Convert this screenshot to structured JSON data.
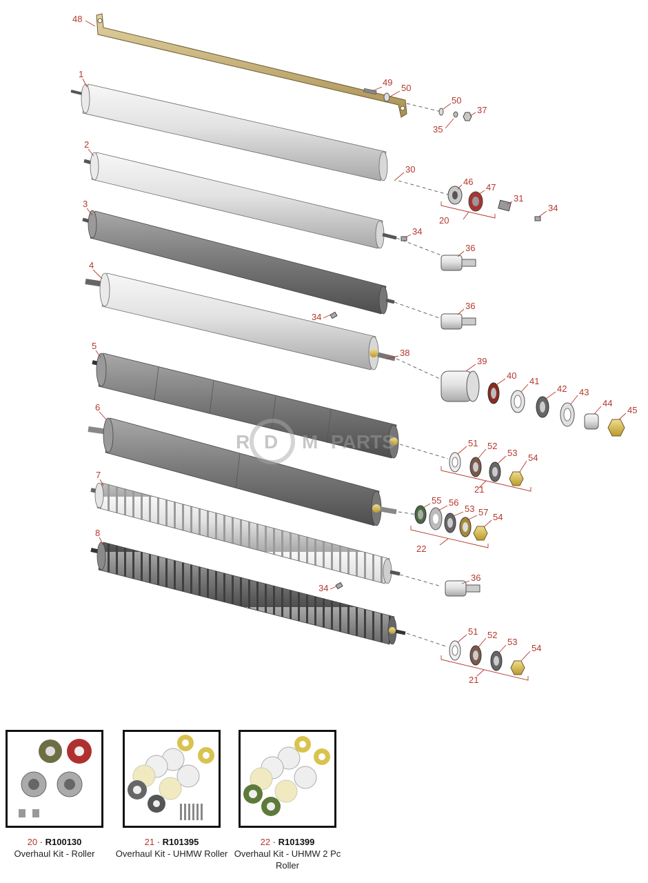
{
  "watermark": {
    "left": "R",
    "middle": "D",
    "right": "M",
    "suffix": "PARTS"
  },
  "callouts": [
    "48",
    "1",
    "49",
    "50",
    "50",
    "37",
    "35",
    "2",
    "30",
    "46",
    "47",
    "31",
    "34",
    "20",
    "3",
    "34",
    "36",
    "4",
    "36",
    "34",
    "5",
    "38",
    "39",
    "40",
    "41",
    "42",
    "43",
    "44",
    "45",
    "6",
    "51",
    "52",
    "53",
    "54",
    "21",
    "7",
    "55",
    "56",
    "53",
    "57",
    "54",
    "22",
    "8",
    "36",
    "34",
    "51",
    "52",
    "53",
    "54",
    "21"
  ],
  "kits": [
    {
      "number": "20",
      "part": "R100130",
      "desc": "Overhaul Kit - Roller"
    },
    {
      "number": "21",
      "part": "R101395",
      "desc": "Overhaul Kit - UHMW Roller"
    },
    {
      "number": "22",
      "part": "R101399",
      "desc": "Overhaul Kit - UHMW 2 Pc Roller"
    }
  ],
  "colors": {
    "callout": "#b5372c",
    "bracket": "#c8b27a",
    "roller_light": "#e8e8e8",
    "roller_dark": "#7a7a7a",
    "brass": "#d4b84a"
  }
}
